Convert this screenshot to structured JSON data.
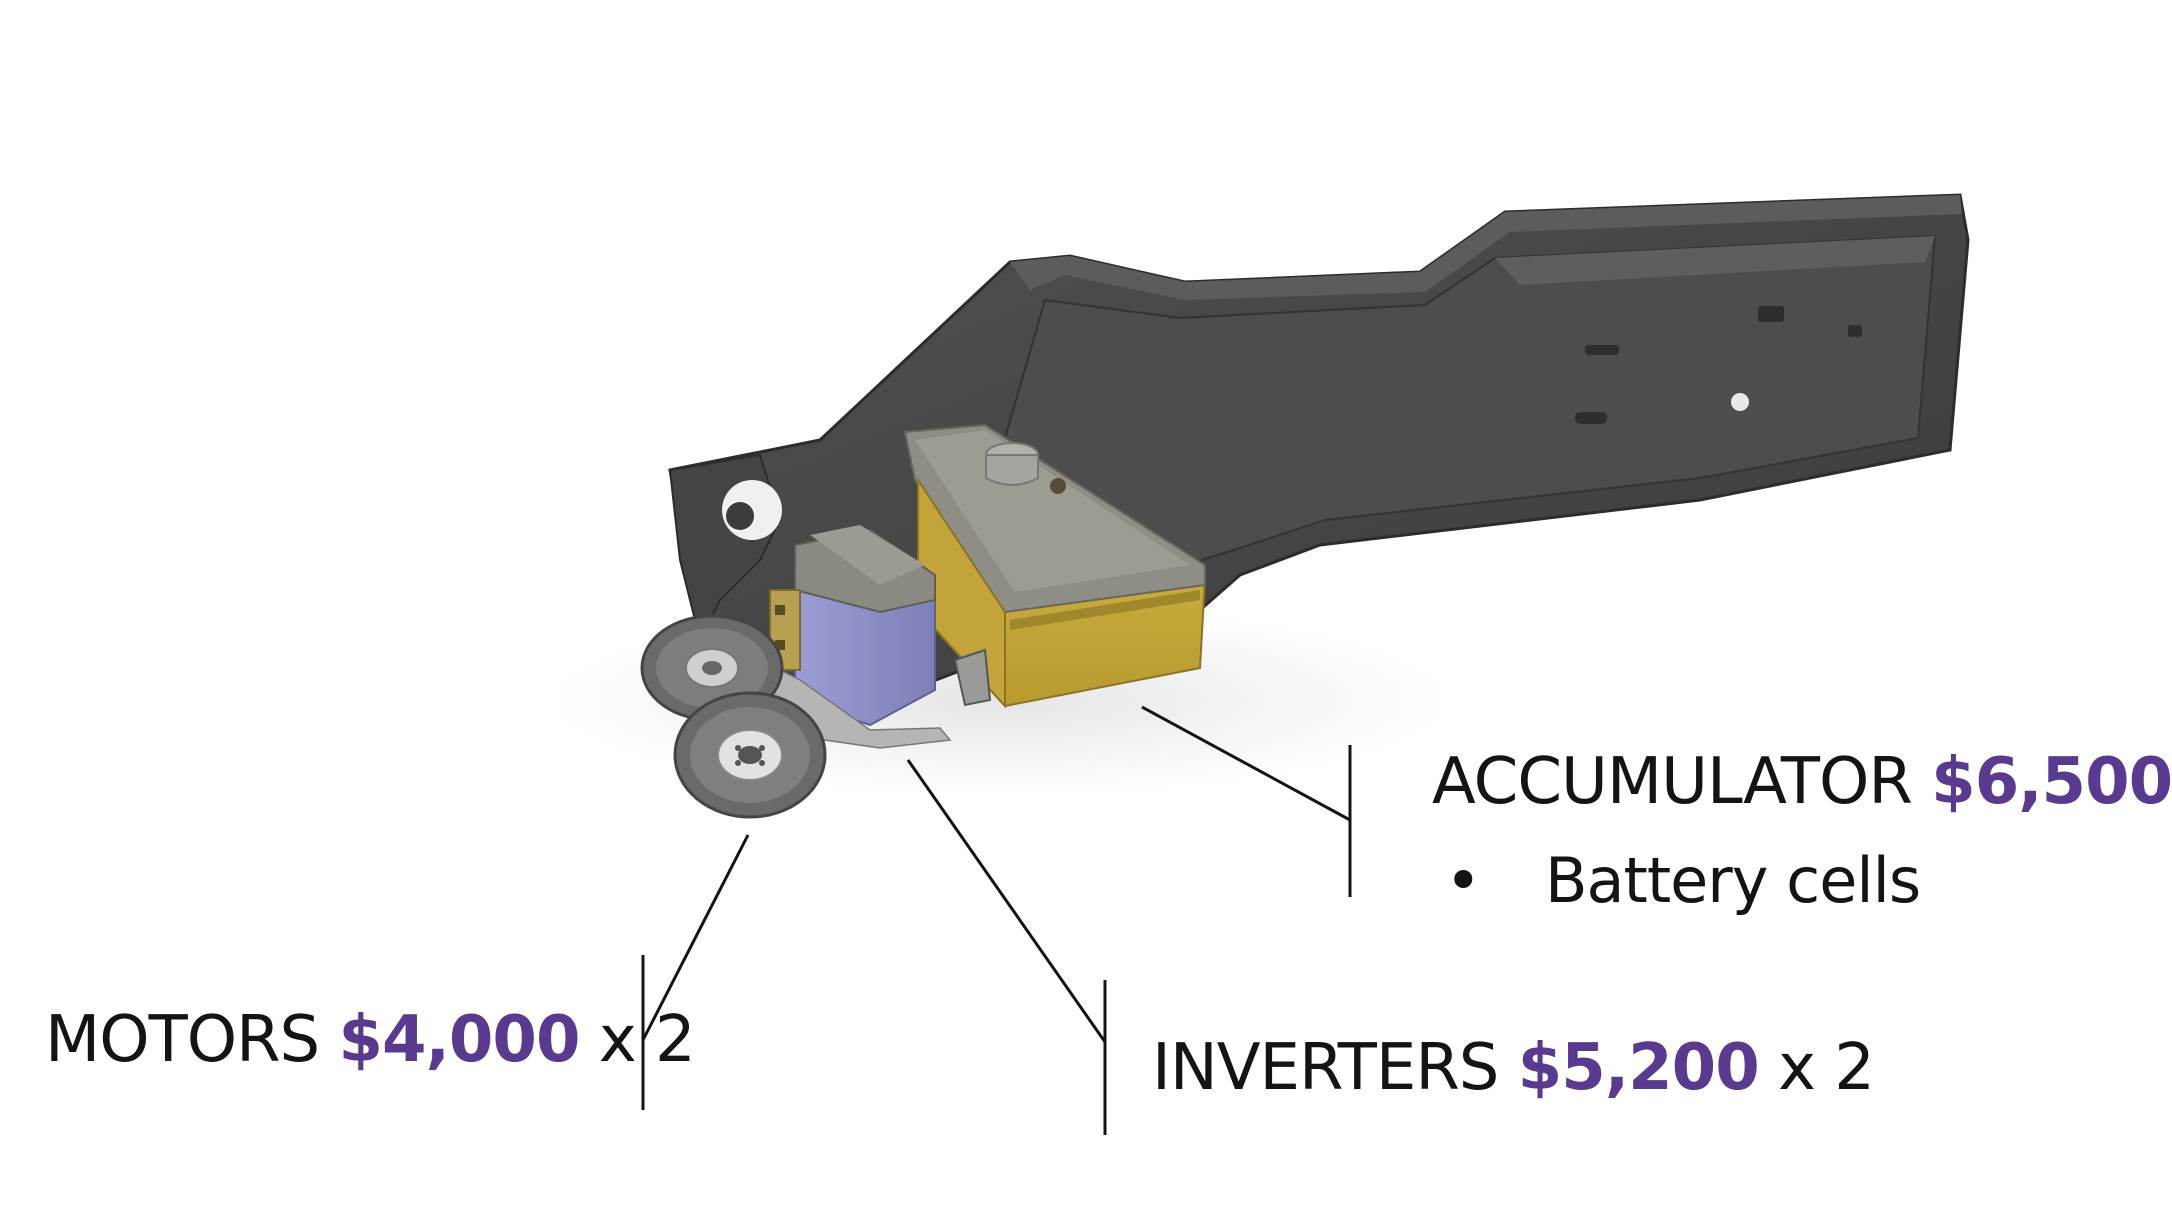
{
  "colors": {
    "price_accent": "#5a3a8f",
    "text": "#141414",
    "chassis_dark": "#3b3b3b",
    "chassis_mid": "#4a4a4a",
    "chassis_light": "#5a5a5a",
    "accumulator_gold": "#c9ad3b",
    "inverter_lavender": "#8f8fc8",
    "component_gray": "#8c8c84",
    "wheel_tread": "#707070"
  },
  "callouts": {
    "accumulator": {
      "name": "ACCUMULATOR",
      "price": "$6,500",
      "bullets": [
        "Battery cells"
      ]
    },
    "motors": {
      "name": "MOTORS",
      "price": "$4,000",
      "multiplier": "x 2"
    },
    "inverters": {
      "name": "INVERTERS",
      "price": "$5,200",
      "multiplier": "x 2"
    }
  }
}
